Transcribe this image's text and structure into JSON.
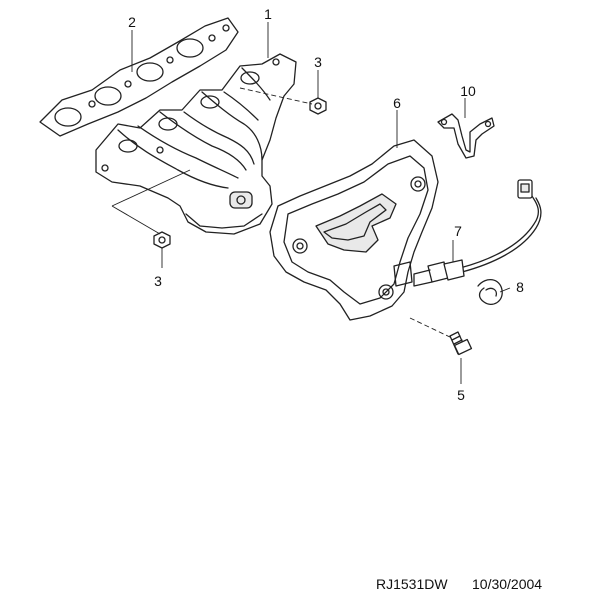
{
  "callouts": [
    {
      "id": "c1",
      "label": "1"
    },
    {
      "id": "c2",
      "label": "2"
    },
    {
      "id": "c3a",
      "label": "3"
    },
    {
      "id": "c3b",
      "label": "3"
    },
    {
      "id": "c5",
      "label": "5"
    },
    {
      "id": "c6",
      "label": "6"
    },
    {
      "id": "c7",
      "label": "7"
    },
    {
      "id": "c8",
      "label": "8"
    },
    {
      "id": "c10",
      "label": "10"
    }
  ],
  "footer": {
    "drawing_code": "RJ1531DW",
    "date": "10/30/2004"
  }
}
